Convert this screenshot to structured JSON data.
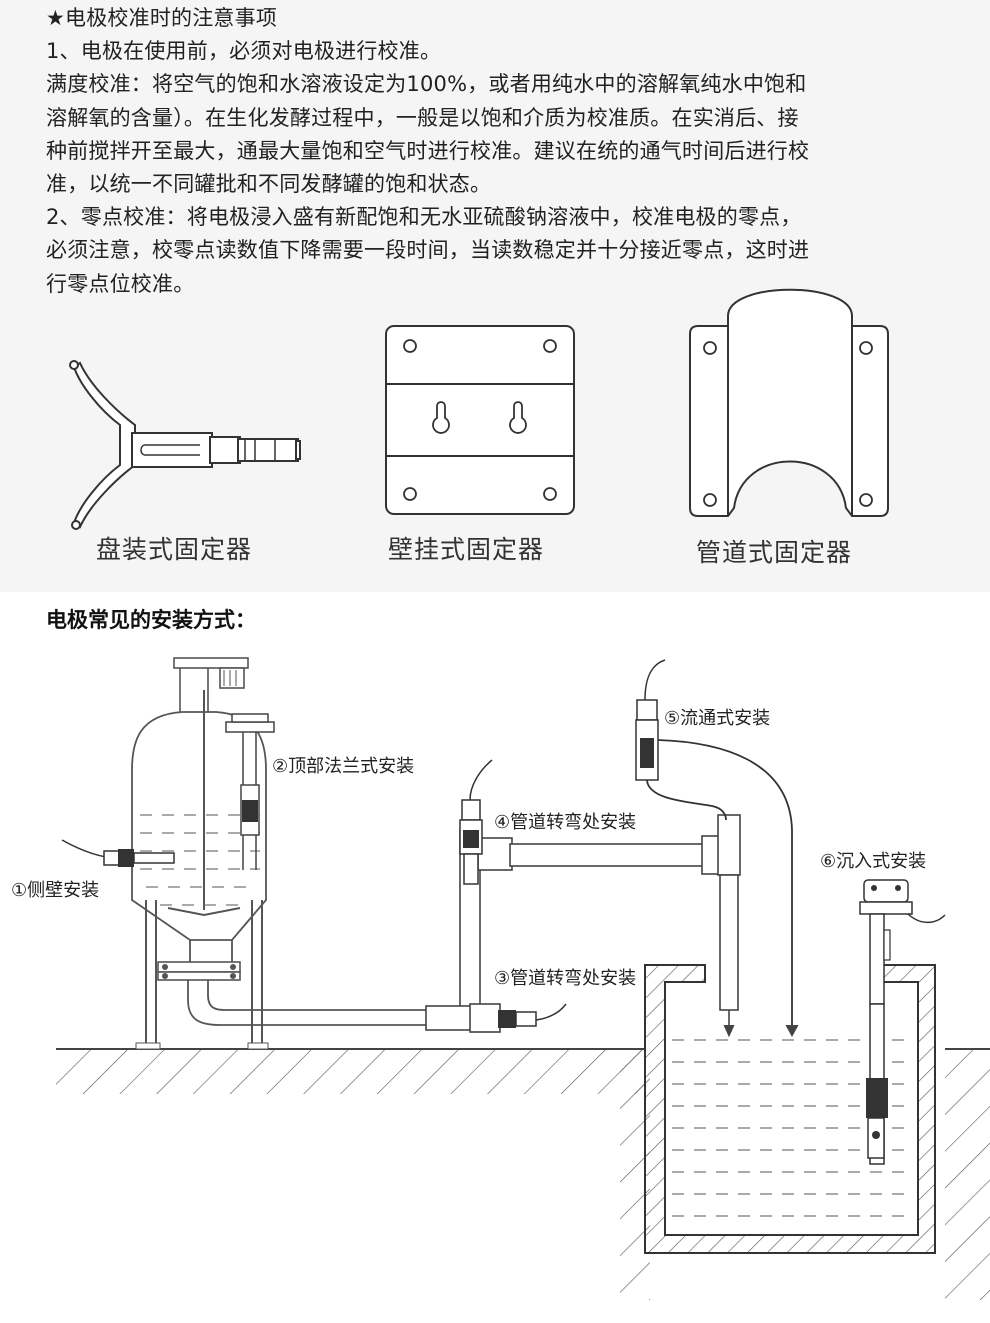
{
  "notes": {
    "heading": "★电极校准时的注意事项",
    "lines": [
      "1、电极在使用前，必须对电极进行校准。",
      "满度校准：将空气的饱和水溶液设定为100%，或者用纯水中的溶解氧纯水中饱和",
      "溶解氧的含量）。在生化发酵过程中，一般是以饱和介质为校准质。在实消后、接",
      "种前搅拌开至最大，通最大量饱和空气时进行校准。建议在统的通气时间后进行校",
      "准，以统一不同罐批和不同发酵罐的饱和状态。",
      "2、零点校准：将电极浸入盛有新配饱和无水亚硫酸钠溶液中，校准电极的零点，",
      "必须注意，校零点读数值下降需要一段时间，当读数稳定并十分接近零点，这时进",
      "行零点位校准。"
    ]
  },
  "fixtures": {
    "panel": "盘装式固定器",
    "wall": "壁挂式固定器",
    "pipe": "管道式固定器"
  },
  "install": {
    "title": "电极常见的安装方式：",
    "side_wall": "①侧壁安装",
    "top_flange": "②顶部法兰式安装",
    "pipe_bend_3": "③管道转弯处安装",
    "pipe_bend_4": "④管道转弯处安装",
    "flow_through": "⑤流通式安装",
    "immersion": "⑥沉入式安装"
  }
}
